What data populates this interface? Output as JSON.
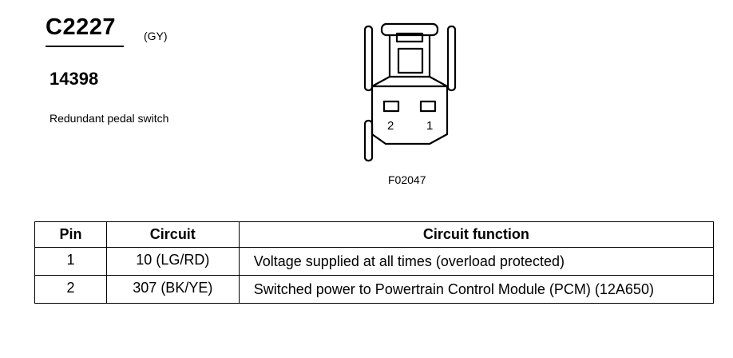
{
  "connector": {
    "id": "C2227",
    "color": "(GY)",
    "part_number": "14398",
    "description": "Redundant pedal switch",
    "figure_code": "F02047",
    "pin_labels": [
      "2",
      "1"
    ]
  },
  "table": {
    "headers": [
      "Pin",
      "Circuit",
      "Circuit function"
    ],
    "rows": [
      {
        "pin": "1",
        "circuit": "10 (LG/RD)",
        "function": "Voltage supplied at all times (overload protected)"
      },
      {
        "pin": "2",
        "circuit": "307 (BK/YE)",
        "function": "Switched power  to Powertrain Control Module (PCM) (12A650)"
      }
    ]
  }
}
